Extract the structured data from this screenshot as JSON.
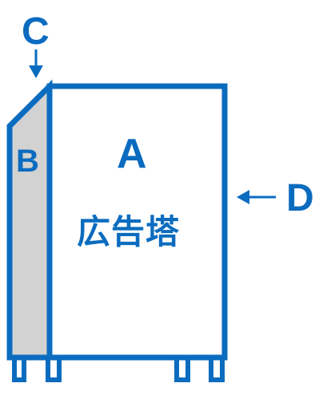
{
  "labels": {
    "a": "A",
    "b": "B",
    "c": "C",
    "d": "D",
    "jp": "広告塔"
  },
  "colors": {
    "stroke": "#0b6cbf",
    "front_fill": "#ffffff",
    "side_fill": "#d2d2d2"
  }
}
